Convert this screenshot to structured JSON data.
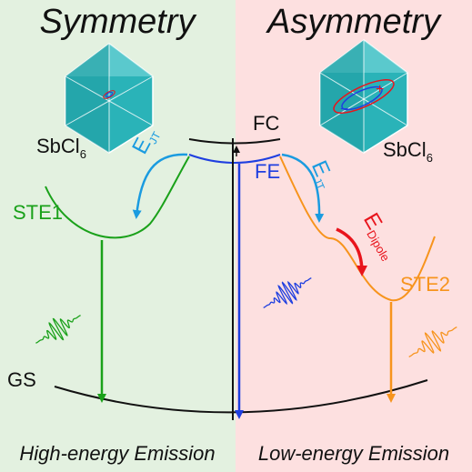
{
  "panels": {
    "left_title": "Symmetry",
    "right_title": "Asymmetry",
    "left_footer": "High-energy Emission",
    "right_footer": "Low-energy Emission"
  },
  "octahedra": {
    "left_label": "SbCl",
    "left_label_sub": "6",
    "right_label": "SbCl",
    "right_label_sub": "6",
    "right_plus": "+",
    "right_minus": "−"
  },
  "states": {
    "fc": "FC",
    "fe": "FE",
    "ste1": "STE1",
    "ste2": "STE2",
    "gs": "GS"
  },
  "energies": {
    "ejt_left": "E",
    "ejt_left_sub": "JT",
    "ejt_right": "E",
    "ejt_right_sub": "JT",
    "edipole": "E",
    "edipole_sub": "Dipole"
  },
  "colors": {
    "left_bg": "#e3f1e0",
    "right_bg": "#fde0e0",
    "green": "#1aa11a",
    "orange": "#f7941d",
    "blue": "#1f3fe0",
    "lightblue": "#1a9be0",
    "red": "#e8141c",
    "teal": "#2ab3b8",
    "black": "#111111"
  }
}
